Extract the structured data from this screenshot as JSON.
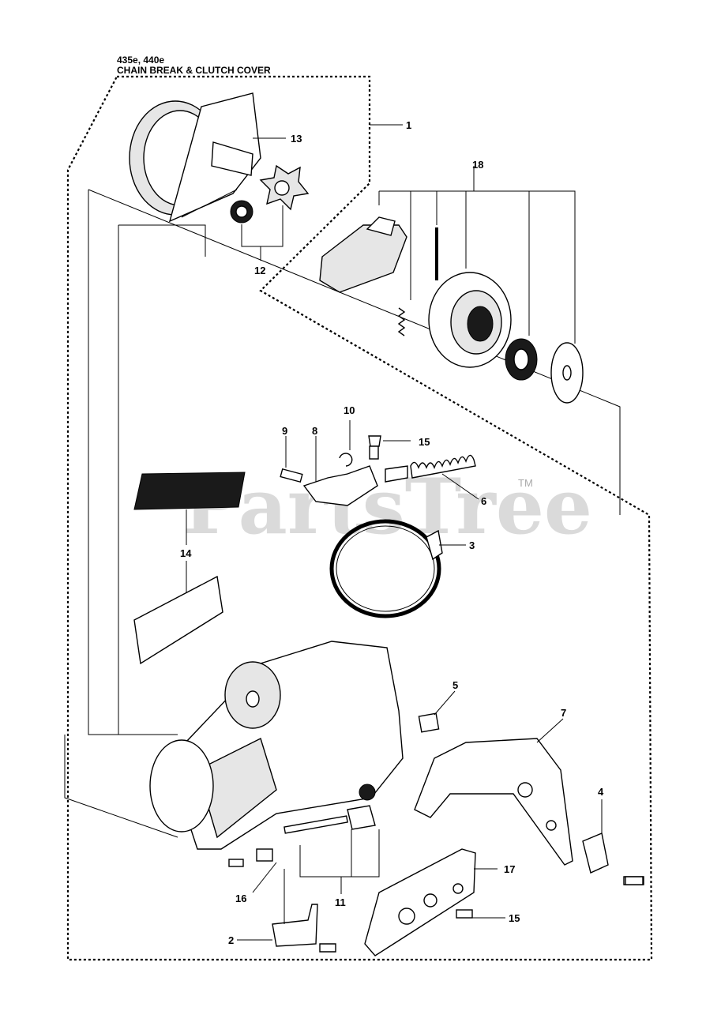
{
  "header": {
    "models": "435e, 440e",
    "section": "CHAIN BREAK & CLUTCH COVER"
  },
  "watermark": {
    "text": "PartsTree",
    "trademark": "TM"
  },
  "callouts": [
    {
      "id": "1",
      "label": "1"
    },
    {
      "id": "2",
      "label": "2"
    },
    {
      "id": "3",
      "label": "3"
    },
    {
      "id": "4",
      "label": "4"
    },
    {
      "id": "5",
      "label": "5"
    },
    {
      "id": "6",
      "label": "6"
    },
    {
      "id": "7",
      "label": "7"
    },
    {
      "id": "8",
      "label": "8"
    },
    {
      "id": "9",
      "label": "9"
    },
    {
      "id": "10",
      "label": "10"
    },
    {
      "id": "11",
      "label": "11"
    },
    {
      "id": "12",
      "label": "12"
    },
    {
      "id": "13",
      "label": "13"
    },
    {
      "id": "14",
      "label": "14"
    },
    {
      "id": "15a",
      "label": "15"
    },
    {
      "id": "15b",
      "label": "15"
    },
    {
      "id": "16",
      "label": "16"
    },
    {
      "id": "17",
      "label": "17"
    },
    {
      "id": "18",
      "label": "18"
    }
  ]
}
